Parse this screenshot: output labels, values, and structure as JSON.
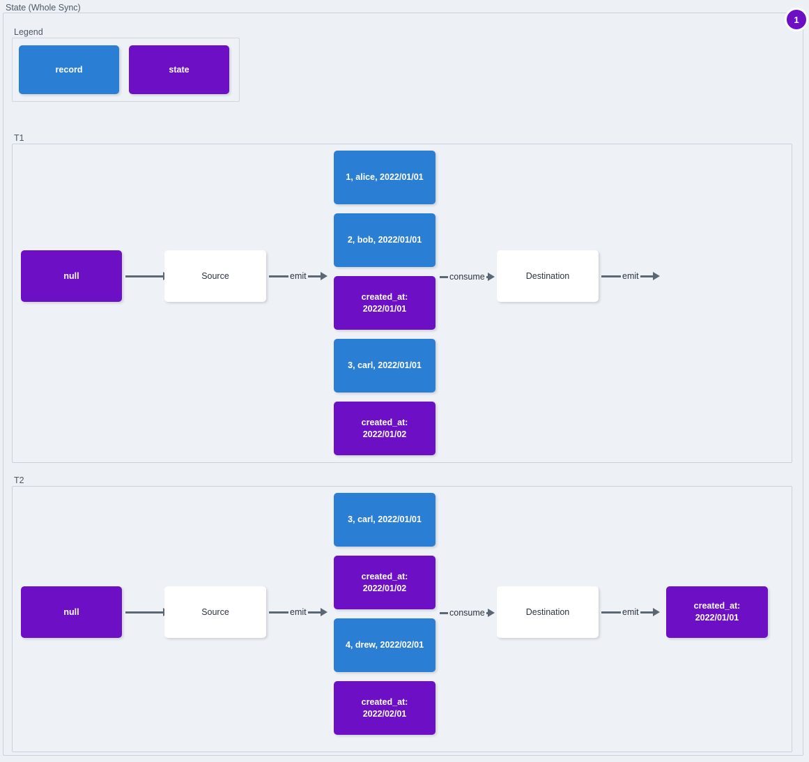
{
  "frame": {
    "title": "State (Whole Sync)",
    "badge": "1"
  },
  "legend": {
    "label": "Legend",
    "items": [
      {
        "label": "record",
        "kind": "record",
        "color": "#2a7fd4"
      },
      {
        "label": "state",
        "kind": "state",
        "color": "#6d0fc4"
      }
    ]
  },
  "colors": {
    "record": "#2a7fd4",
    "state": "#6d0fc4",
    "arrow": "#5b6775",
    "panel_bg": "#eef1f5",
    "page_bg": "#edf0f4",
    "panel_border": "#c7d2de",
    "plain_node": "#ffffff"
  },
  "sections": [
    {
      "label": "T1",
      "initial_state": "null",
      "source_label": "Source",
      "destination_label": "Destination",
      "emit_label_1": "emit",
      "consume_label": "consume",
      "emit_label_2": "emit",
      "stream": [
        {
          "kind": "record",
          "text": "1, alice, 2022/01/01"
        },
        {
          "kind": "record",
          "text": "2, bob, 2022/01/01"
        },
        {
          "kind": "state",
          "text": "created_at:\n2022/01/01"
        },
        {
          "kind": "record",
          "text": "3, carl, 2022/01/01"
        },
        {
          "kind": "state",
          "text": "created_at:\n2022/01/02"
        }
      ],
      "output_state": null
    },
    {
      "label": "T2",
      "initial_state": "null",
      "source_label": "Source",
      "destination_label": "Destination",
      "emit_label_1": "emit",
      "consume_label": "consume",
      "emit_label_2": "emit",
      "stream": [
        {
          "kind": "record",
          "text": "3, carl, 2022/01/01"
        },
        {
          "kind": "state",
          "text": "created_at:\n2022/01/02"
        },
        {
          "kind": "record",
          "text": "4, drew, 2022/02/01"
        },
        {
          "kind": "state",
          "text": "created_at:\n2022/02/01"
        }
      ],
      "output_state": "created_at:\n2022/01/01"
    }
  ]
}
